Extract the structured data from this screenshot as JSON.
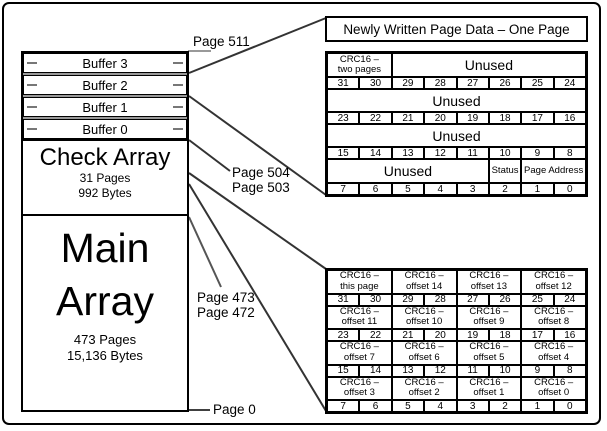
{
  "colors": {
    "border": "#000000",
    "separator": "#999999",
    "connector": "#333333",
    "tick": "#777777"
  },
  "memory_map": {
    "buffers": [
      {
        "label": "Buffer 3"
      },
      {
        "label": "Buffer 2"
      },
      {
        "label": "Buffer 1"
      },
      {
        "label": "Buffer 0"
      }
    ],
    "check_array": {
      "title": "Check Array",
      "pages": "31 Pages",
      "bytes": "992 Bytes"
    },
    "main_array": {
      "title_line1": "Main",
      "title_line2": "Array",
      "pages": "473 Pages",
      "bytes": "15,136 Bytes"
    }
  },
  "page_labels": {
    "p511": "Page 511",
    "p504": "Page 504",
    "p503": "Page 503",
    "p473": "Page 473",
    "p472": "Page 472",
    "p0": "Page 0"
  },
  "page_data_table": {
    "title": "Newly Written Page Data – One Page",
    "rows": [
      {
        "fields": [
          {
            "l1": "CRC16 –",
            "l2": "two pages"
          },
          {
            "label": "Unused"
          }
        ],
        "bits": [
          31,
          30,
          29,
          28,
          27,
          26,
          25,
          24
        ]
      },
      {
        "fields": [
          {
            "label": "Unused"
          }
        ],
        "bits": [
          23,
          22,
          21,
          20,
          19,
          18,
          17,
          16
        ]
      },
      {
        "fields": [
          {
            "label": "Unused"
          }
        ],
        "bits": [
          15,
          14,
          13,
          12,
          11,
          10,
          9,
          8
        ]
      },
      {
        "fields": [
          {
            "label": "Unused"
          },
          {
            "label": "Status"
          },
          {
            "label": "Page Address"
          }
        ],
        "bits": [
          7,
          6,
          5,
          4,
          3,
          2,
          1,
          0
        ]
      }
    ]
  },
  "crc_table": {
    "rows": [
      {
        "fields": [
          {
            "l1": "CRC16 –",
            "l2": "this page"
          },
          {
            "l1": "CRC16 –",
            "l2": "offset 14"
          },
          {
            "l1": "CRC16 –",
            "l2": "offset 13"
          },
          {
            "l1": "CRC16 –",
            "l2": "offset 12"
          }
        ],
        "bits": [
          31,
          30,
          29,
          28,
          27,
          26,
          25,
          24
        ]
      },
      {
        "fields": [
          {
            "l1": "CRC16 –",
            "l2": "offset 11"
          },
          {
            "l1": "CRC16 –",
            "l2": "offset 10"
          },
          {
            "l1": "CRC16 –",
            "l2": "offset 9"
          },
          {
            "l1": "CRC16 –",
            "l2": "offset 8"
          }
        ],
        "bits": [
          23,
          22,
          21,
          20,
          19,
          18,
          17,
          16
        ]
      },
      {
        "fields": [
          {
            "l1": "CRC16 –",
            "l2": "offset 7"
          },
          {
            "l1": "CRC16 –",
            "l2": "offset 6"
          },
          {
            "l1": "CRC16 –",
            "l2": "offset 5"
          },
          {
            "l1": "CRC16 –",
            "l2": "offset 4"
          }
        ],
        "bits": [
          15,
          14,
          13,
          12,
          11,
          10,
          9,
          8
        ]
      },
      {
        "fields": [
          {
            "l1": "CRC16 –",
            "l2": "offset 3"
          },
          {
            "l1": "CRC16 –",
            "l2": "offset 2"
          },
          {
            "l1": "CRC16 –",
            "l2": "offset 1"
          },
          {
            "l1": "CRC16 –",
            "l2": "offset 0"
          }
        ],
        "bits": [
          7,
          6,
          5,
          4,
          3,
          2,
          1,
          0
        ]
      }
    ]
  }
}
